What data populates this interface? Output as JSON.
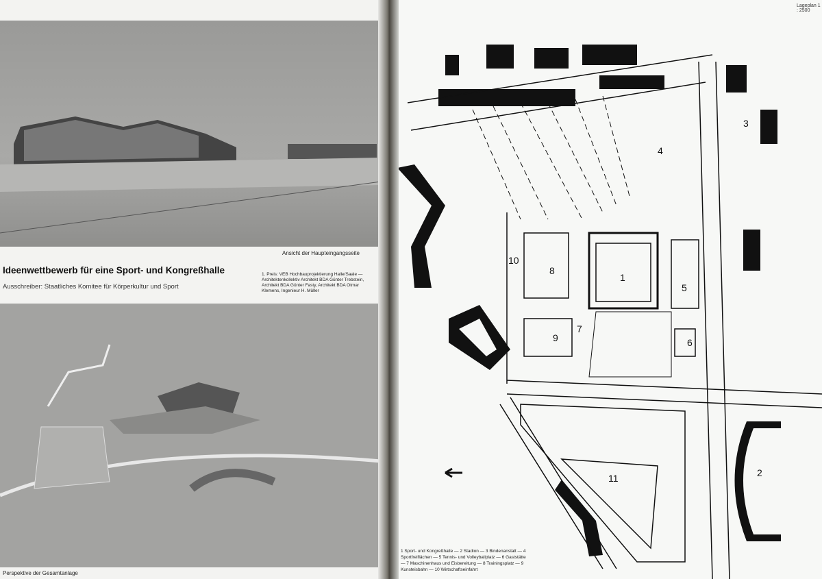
{
  "left_page": {
    "photo_top_caption": "Ansicht der Haupteingangsseite",
    "title": "Ideenwettbewerb für eine Sport- und Kongreßhalle",
    "subtitle": "Ausschreiber: Staatliches Komitee für Körperkultur und Sport",
    "credit": "1. Preis: VEB Hochbauprojektierung Halle/Saale — Architektenkollektiv Architekt BDA Günter Trebstein, Architekt BDA Günter Fasty, Architekt BDA Otmar Klemens, Ingenieur H. Müller",
    "photo_bottom_caption": "Perspektive der Gesamtanlage"
  },
  "right_page": {
    "scale_label": "Lageplan 1 : 2500",
    "plan_numbers": [
      "1",
      "2",
      "3",
      "4",
      "5",
      "6",
      "7",
      "8",
      "9",
      "10",
      "11"
    ],
    "legend": "1 Sport- und Kongreßhalle — 2 Stadion — 3 Bindenanstalt — 4 Sportfreiflächen — 5 Tennis- und Volleyballplatz — 6 Gaststätte — 7 Maschinenhaus und Eisbereitung — 8 Trainingsplatz — 9 Kunsteisbahn — 10 Wirtschaftseinfahrt"
  }
}
